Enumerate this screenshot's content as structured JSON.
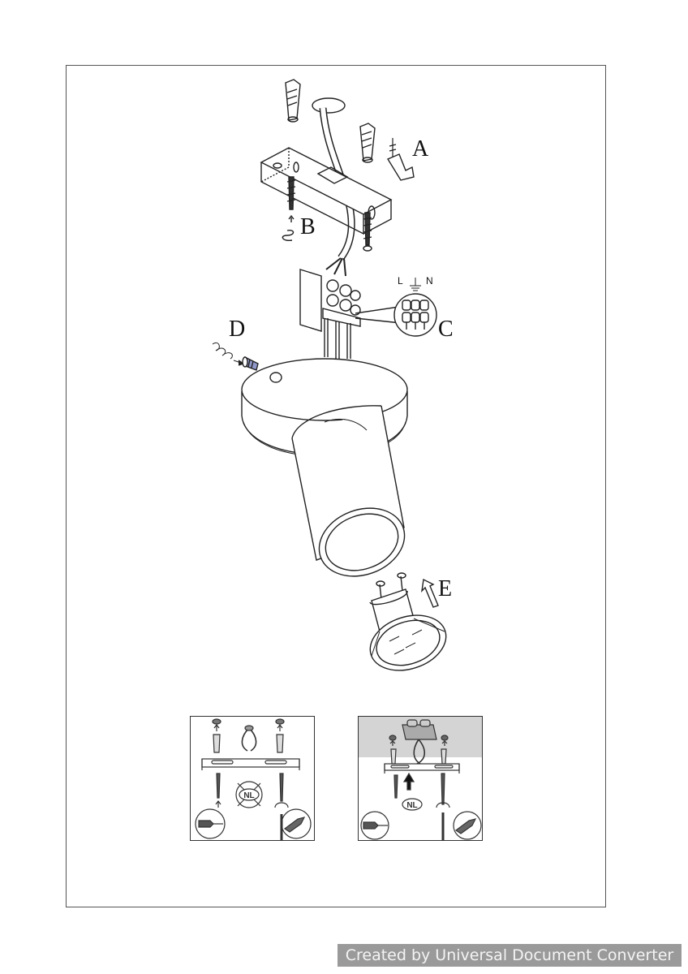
{
  "callouts": {
    "a": "A",
    "b": "B",
    "c": "C",
    "d": "D",
    "e": "E"
  },
  "terminal_labels": {
    "live": "L",
    "neutral": "N"
  },
  "insets": {
    "left_badge": "NL",
    "right_badge": "NL"
  },
  "watermark": "Created by Universal Document Converter",
  "icons": [
    "wall-plug-icon",
    "screwdriver-icon",
    "earth-ground-icon",
    "no-entry-icon",
    "rotate-arrow-icon",
    "up-arrow-icon"
  ]
}
